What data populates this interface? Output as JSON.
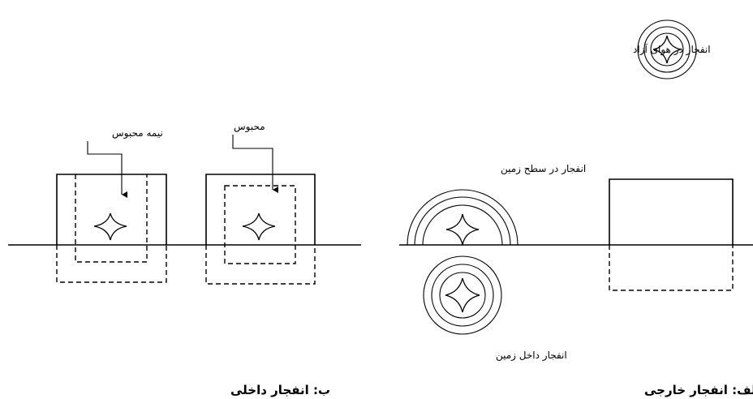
{
  "labels": {
    "free_air": "انفجار در هوای آزاد",
    "surface": "انفجار در سطح زمین",
    "underground": "انفجار داخل زمین",
    "semi_confined": "نیمه محبوس",
    "confined": "محبوس"
  },
  "captions": {
    "external": "الف: انفجار خارجی",
    "internal": "ب: انفجار داخلی"
  }
}
